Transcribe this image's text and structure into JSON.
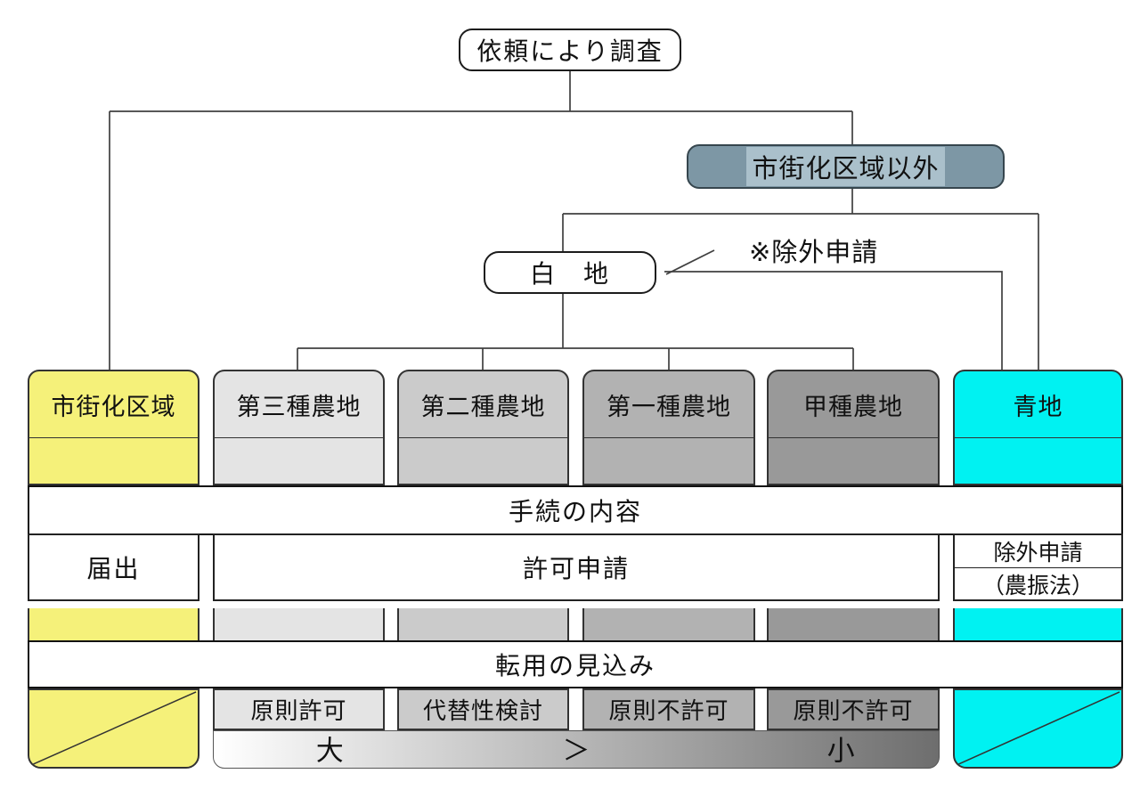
{
  "palette": {
    "line": "#404040",
    "yellow": "#F5F17A",
    "gray_light": "#E4E4E4",
    "gray_mid": "#CBCBCB",
    "gray_dark": "#B2B2B2",
    "gray_darker": "#999999",
    "cyan": "#00F2F2",
    "outside_fill": "#7D97A5",
    "outside_highlight": "#AAC0CB",
    "gradient_from": "#FFFFFF",
    "gradient_to": "#6E6E6E"
  },
  "nodes": {
    "root_label": "依頼により調査",
    "outside_label": "市街化区域以外",
    "white_land_label": "白　地",
    "exclusion_note": "※除外申請"
  },
  "columns": [
    {
      "label": "市街化区域",
      "color": "#F5F17A"
    },
    {
      "label": "第三種農地",
      "color": "#E4E4E4",
      "outlook": "原則許可"
    },
    {
      "label": "第二種農地",
      "color": "#CBCBCB",
      "outlook": "代替性検討"
    },
    {
      "label": "第一種農地",
      "color": "#B2B2B2",
      "outlook": "原則不許可"
    },
    {
      "label": "甲種農地",
      "color": "#999999",
      "outlook": "原則不許可"
    },
    {
      "label": "青地",
      "color": "#00F2F2"
    }
  ],
  "rows": {
    "procedure_band": "手続の内容",
    "outlook_band": "転用の見込み",
    "notification": "届出",
    "permission": "許可申請",
    "exclusion_line1": "除外申請",
    "exclusion_line2": "（農振法）"
  },
  "scale": {
    "large": "大",
    "greater_than": "＞",
    "small": "小"
  }
}
